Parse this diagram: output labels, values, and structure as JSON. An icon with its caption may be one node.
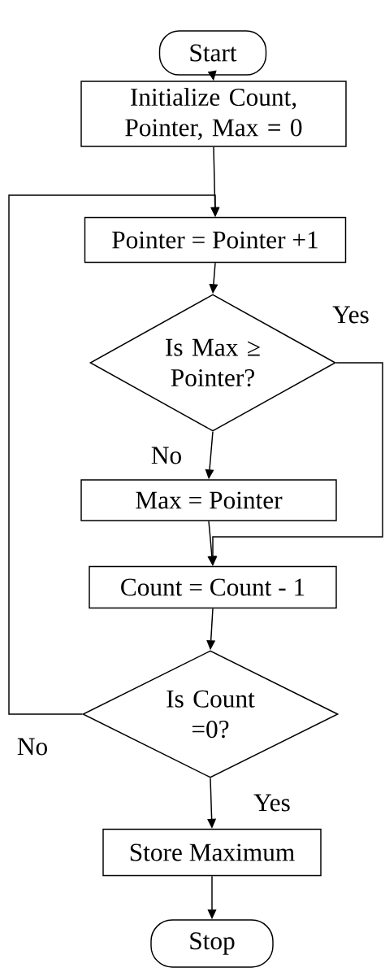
{
  "diagram": {
    "nodes": [
      {
        "text": [
          "Start"
        ]
      },
      {
        "text": [
          "Initialize Count, Pointer, Max = 0"
        ]
      },
      {
        "text": [
          "Pointer = Pointer +1"
        ]
      },
      {
        "text": [
          "Is Max ≥ Pointer?"
        ]
      },
      {
        "text": [
          "Max = Pointer"
        ]
      },
      {
        "text": [
          "Count = Count - 1"
        ]
      },
      {
        "text": [
          "Is Count =0?"
        ]
      },
      {
        "text": [
          "Store Maximum"
        ]
      },
      {
        "text": [
          "Stop"
        ]
      }
    ],
    "edges": [
      {
        "from": 0,
        "to": 1,
        "arrow": "to"
      },
      {
        "from": 1,
        "to": 2,
        "arrow": "to"
      },
      {
        "from": 2,
        "to": 3,
        "arrow": "to"
      },
      {
        "from": 3,
        "to": 4,
        "arrow": "to",
        "label": "No"
      },
      {
        "from": 3,
        "to": 5,
        "arrow": "to",
        "label": "Yes"
      },
      {
        "from": 4,
        "to": 5,
        "arrow": "to"
      },
      {
        "from": 5,
        "to": 6,
        "arrow": "to"
      },
      {
        "from": 6,
        "to": 7,
        "arrow": "to",
        "label": "Yes"
      },
      {
        "from": 6,
        "to": 2,
        "arrow": "to",
        "label": "No"
      },
      {
        "from": 7,
        "to": 8,
        "arrow": "to"
      }
    ]
  }
}
